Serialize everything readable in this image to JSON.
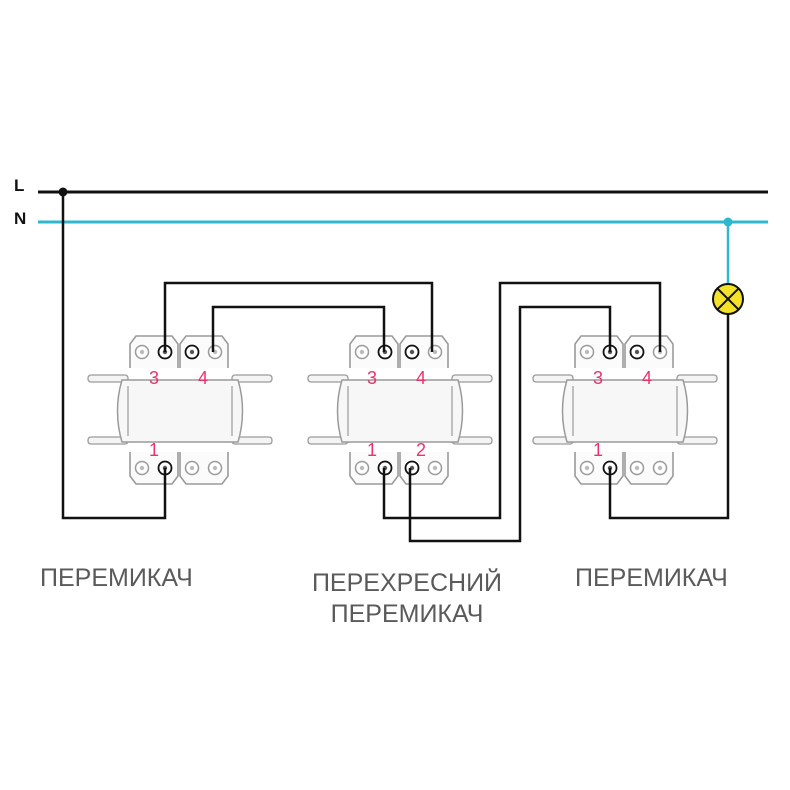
{
  "bus": {
    "line_label": "L",
    "neutral_label": "N"
  },
  "switches": [
    {
      "caption": [
        "ПЕРЕМИКАЧ"
      ],
      "top_terminals": [
        "3",
        "4"
      ],
      "bottom_terminals": [
        "1"
      ]
    },
    {
      "caption": [
        "ПЕРЕХРЕСНИЙ",
        "ПЕРЕМИКАЧ"
      ],
      "top_terminals": [
        "3",
        "4"
      ],
      "bottom_terminals": [
        "1",
        "2"
      ]
    },
    {
      "caption": [
        "ПЕРЕМИКАЧ"
      ],
      "top_terminals": [
        "3",
        "4"
      ],
      "bottom_terminals": [
        "1"
      ]
    }
  ],
  "colors": {
    "line_wire": "#111111",
    "neutral_wire": "#2fb7cf",
    "terminal_number": "#e8336b",
    "switch_body": "#9a9a9a",
    "lamp_fill": "#f3e227",
    "caption_text": "#5a5a5a"
  },
  "icons": [
    "lamp-icon",
    "screw-terminal-icon"
  ]
}
